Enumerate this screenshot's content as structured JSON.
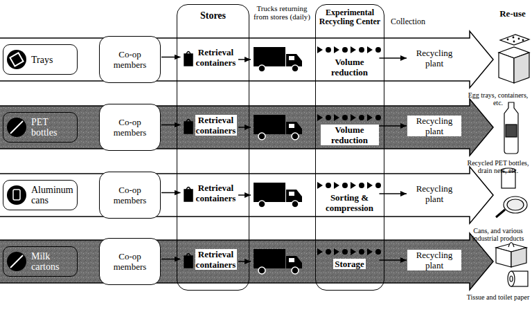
{
  "diagram": {
    "nodes": [
      {
        "text": [
          "Stores"
        ]
      },
      {
        "text": [
          "Experimental Recycling Center"
        ]
      },
      {
        "text": [
          "Trays"
        ]
      },
      {
        "text": [
          "Co-op members"
        ]
      },
      {
        "text": [
          "Retrieval containers"
        ],
        "in": 0
      },
      {
        "text": [
          "Volume reduction"
        ],
        "in": 1
      },
      {
        "text": [
          "Recycling plant"
        ]
      },
      {
        "text": [
          "PET bottles"
        ]
      },
      {
        "text": [
          "Co-op members"
        ]
      },
      {
        "text": [
          "Retrieval containers"
        ],
        "in": 0
      },
      {
        "text": [
          "Volume reduction"
        ],
        "in": 1
      },
      {
        "text": [
          "Recycling plant"
        ]
      },
      {
        "text": [
          "Aluminum cans"
        ]
      },
      {
        "text": [
          "Co-op members"
        ]
      },
      {
        "text": [
          "Retrieval containers"
        ],
        "in": 0
      },
      {
        "text": [
          "Sorting & compression"
        ],
        "in": 1
      },
      {
        "text": [
          "Recycling plant"
        ]
      },
      {
        "text": [
          "Milk cartons"
        ]
      },
      {
        "text": [
          "Co-op members"
        ]
      },
      {
        "text": [
          "Retrieval containers"
        ],
        "in": 0
      },
      {
        "text": [
          "Storage"
        ],
        "in": 1
      },
      {
        "text": [
          "Recycling plant"
        ]
      }
    ],
    "edges": [
      {
        "from": 3,
        "to": 4,
        "arrow": "to"
      },
      {
        "from": 5,
        "to": 6,
        "arrow": "to"
      },
      {
        "from": 8,
        "to": 9,
        "arrow": "to"
      },
      {
        "from": 10,
        "to": 11,
        "arrow": "to"
      },
      {
        "from": 13,
        "to": 14,
        "arrow": "to"
      },
      {
        "from": 15,
        "to": 16,
        "arrow": "to"
      },
      {
        "from": 18,
        "to": 19,
        "arrow": "to"
      },
      {
        "from": 20,
        "to": 21,
        "arrow": "to"
      }
    ],
    "labels": [
      "Trucks returning from stores (daily)",
      "Collection",
      "Re-use",
      "Egg trays, containers, etc.",
      "Recycled PET bottles, drain nets, etc.",
      "Cans, and various industrial products",
      "Tissue and toilet paper"
    ]
  }
}
